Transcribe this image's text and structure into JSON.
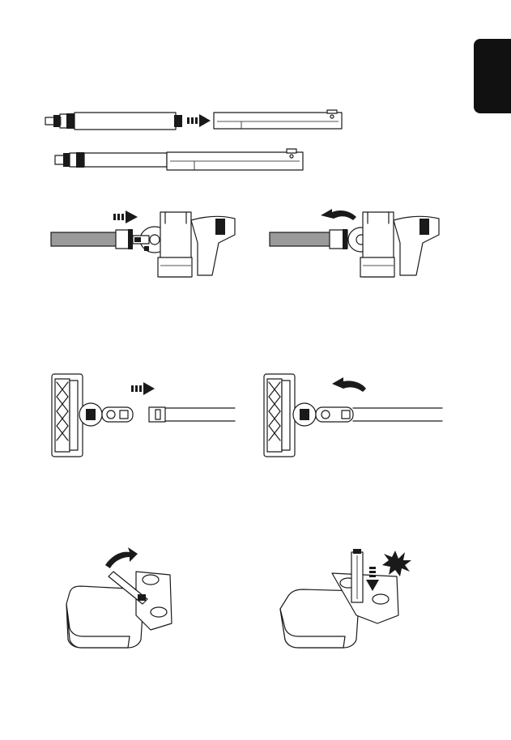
{
  "page": {
    "language_tab_color": "#111111",
    "figures": [
      "extension-tube-assembly",
      "attach-tube-to-handheld-unit",
      "attach-floor-brush-to-tube",
      "fold-out-wall-mount-stand"
    ]
  }
}
